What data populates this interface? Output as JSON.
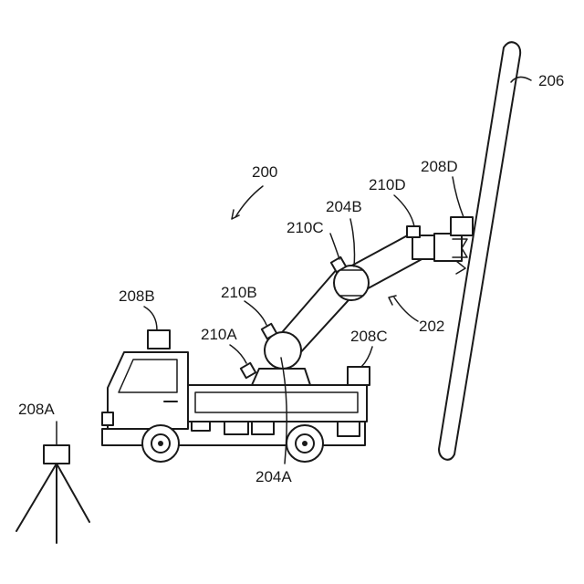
{
  "labels": {
    "system": "200",
    "boom": "202",
    "truck_joint": "204A",
    "elbow_joint": "204B",
    "pole": "206",
    "ground_sensor": "208A",
    "cab_sensor": "208B",
    "bed_sensor": "208C",
    "tool_sensor": "208D",
    "base_marker": "210A",
    "lower_arm_marker": "210B",
    "elbow_marker": "210C",
    "wrist_marker": "210D"
  }
}
